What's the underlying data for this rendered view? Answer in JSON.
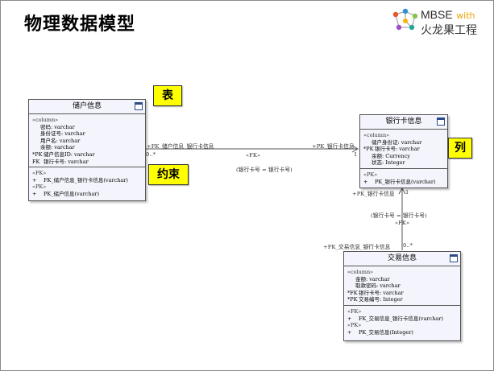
{
  "page_title": "物理数据模型",
  "logo": {
    "line1": "MBSE",
    "with": "with",
    "line2": "火龙果工程"
  },
  "callouts": {
    "table": "表",
    "constraint": "约束",
    "column": "列"
  },
  "entities": {
    "chuhu": {
      "name": "储户信息",
      "column_stereo": "«column»",
      "columns": [
        {
          "key": "",
          "text": "密码: varchar"
        },
        {
          "key": "",
          "text": "身份证号: varchar"
        },
        {
          "key": "",
          "text": "用户名: varchar"
        },
        {
          "key": "",
          "text": "余额: varchar"
        },
        {
          "key": "*PK",
          "text": "储户信息ID: varchar"
        },
        {
          "key": "FK",
          "text": "银行卡号: varchar"
        }
      ],
      "fk_stereo": "«FK»",
      "fk_row": "FK_储户信息_银行卡信息(varchar)",
      "pk_stereo": "«PK»",
      "pk_row": "PK_储户信息(varchar)",
      "plus": "+"
    },
    "card": {
      "name": "银行卡信息",
      "column_stereo": "«column»",
      "columns": [
        {
          "key": "",
          "text": "储户身份证: varchar"
        },
        {
          "key": "*PK",
          "text": "银行卡号: varchar"
        },
        {
          "key": "",
          "text": "余额: Currency"
        },
        {
          "key": "",
          "text": "状态: Integer"
        }
      ],
      "pk_stereo": "«PK»",
      "pk_row": "PK_银行卡信息(varchar)",
      "plus": "+"
    },
    "trade": {
      "name": "交易信息",
      "column_stereo": "«column»",
      "columns": [
        {
          "key": "",
          "text": "金额: varchar"
        },
        {
          "key": "",
          "text": "取款密码: varchar"
        },
        {
          "key": "*FK",
          "text": "银行卡号: varchar"
        },
        {
          "key": "*PK",
          "text": "交易编号: Integer"
        }
      ],
      "fk_stereo": "«FK»",
      "fk_row": "FK_交易信息_银行卡信息(varchar)",
      "pk_stereo": "«PK»",
      "pk_row": "PK_交易信息(Integer)",
      "plus": "+"
    }
  },
  "connectors": {
    "c1": {
      "src_role": "+FK_储户信息_银行卡信息",
      "dst_role": "+PK_银行卡信息",
      "stereo": "«FK»",
      "cond": "(银行卡号 = 银行卡号)",
      "src_mult": "0..*",
      "dst_mult": "1"
    },
    "c2": {
      "src_role": "+FK_交易信息_银行卡信息",
      "dst_role": "+PK_银行卡信息",
      "stereo": "«FK»",
      "cond": "(银行卡号 = 银行卡号)",
      "src_mult": "0..*",
      "dst_mult": "1"
    }
  }
}
